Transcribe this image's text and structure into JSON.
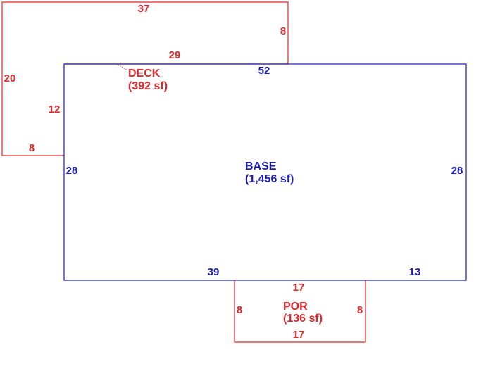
{
  "colors": {
    "deck": "#e0262b",
    "base": "#1a1ab4",
    "porch": "#e0262b",
    "background": "#ffffff"
  },
  "areas": {
    "deck": {
      "name": "DECK",
      "size": "(392 sf)"
    },
    "base": {
      "name": "BASE",
      "size": "(1,456 sf)"
    },
    "porch": {
      "name": "POR",
      "size": "(136 sf)"
    }
  },
  "dimensions": {
    "deck": {
      "top": "37",
      "right": "8",
      "inner_top": "29",
      "left": "20",
      "inner_left": "12",
      "bottom": "8"
    },
    "base": {
      "top": "52",
      "left": "28",
      "right": "28",
      "bottom_left": "39",
      "bottom_right": "13"
    },
    "porch": {
      "top": "17",
      "left": "8",
      "right": "8",
      "bottom": "17"
    }
  }
}
